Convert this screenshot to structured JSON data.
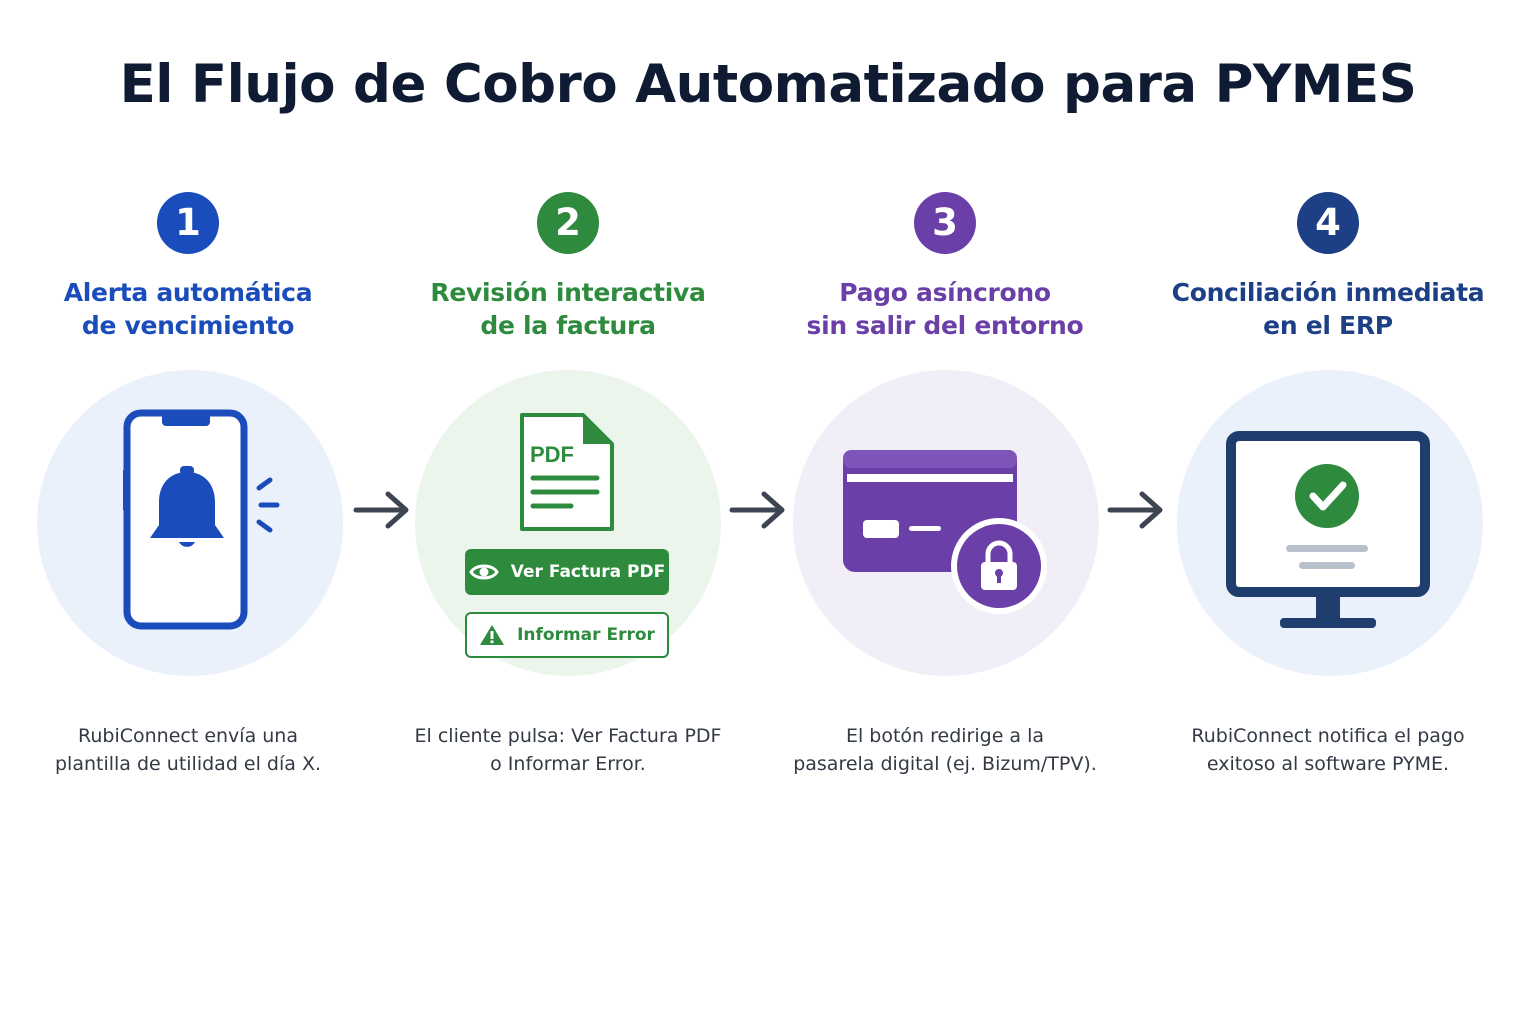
{
  "title": "El Flujo de Cobro Automatizado para PYMES",
  "colors": {
    "step1": "#1a4dbb",
    "step2": "#2e8b3e",
    "step3": "#6a3fa8",
    "step4": "#1c3f86",
    "arrow": "#3d4452"
  },
  "steps": [
    {
      "number": "1",
      "heading_line1": "Alerta automática",
      "heading_line2": "de vencimiento",
      "icon": "smartphone-bell-icon",
      "caption_line1": "RubiConnect envía una",
      "caption_line2": "plantilla de utilidad el día X."
    },
    {
      "number": "2",
      "heading_line1": "Revisión interactiva",
      "heading_line2": "de la factura",
      "icon": "pdf-document-icon",
      "pdf_label": "PDF",
      "view_button": "Ver Factura PDF",
      "report_button": "Informar Error",
      "caption_line1": "El cliente pulsa: Ver Factura PDF",
      "caption_line2": "o Informar Error."
    },
    {
      "number": "3",
      "heading_line1": "Pago asíncrono",
      "heading_line2": "sin salir del entorno",
      "icon": "credit-card-lock-icon",
      "caption_line1": "El botón redirige a la",
      "caption_line2": "pasarela digital (ej. Bizum/TPV)."
    },
    {
      "number": "4",
      "heading_line1": "Conciliación inmediata",
      "heading_line2": "en el ERP",
      "icon": "monitor-check-icon",
      "caption_line1": "RubiConnect notifica el pago",
      "caption_line2": "exitoso al software PYME."
    }
  ]
}
